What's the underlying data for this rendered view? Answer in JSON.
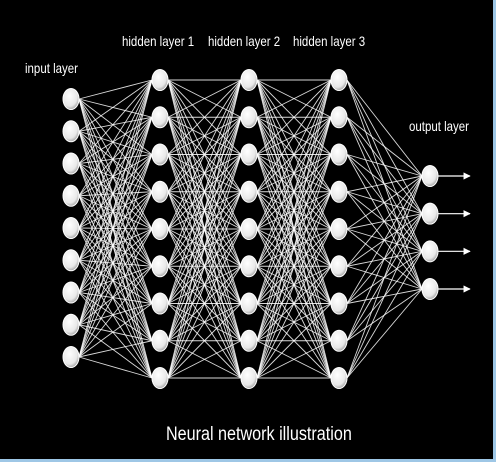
{
  "diagram": {
    "layers": [
      {
        "label": "input layer",
        "neurons": 9,
        "outputs": false
      },
      {
        "label": "hidden layer 1",
        "neurons": 9,
        "outputs": false
      },
      {
        "label": "hidden layer 2",
        "neurons": 9,
        "outputs": false
      },
      {
        "label": "hidden layer 3",
        "neurons": 9,
        "outputs": false
      },
      {
        "label": "output layer",
        "neurons": 4,
        "outputs": true
      }
    ],
    "caption": "Neural network illustration",
    "colors": {
      "background": "#000000",
      "lines": "#ffffff",
      "neuron_fill": "#ffffff",
      "border": "#9ec7e6"
    }
  }
}
